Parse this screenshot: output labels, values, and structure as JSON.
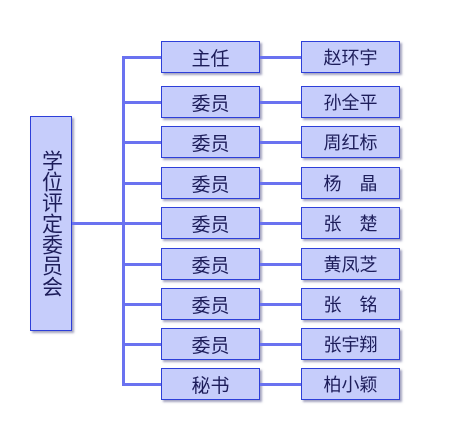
{
  "root": {
    "label": "学位评定委员会"
  },
  "members": [
    {
      "role": "主任",
      "name": "赵环宇"
    },
    {
      "role": "委员",
      "name": "孙全平"
    },
    {
      "role": "委员",
      "name": "周红标"
    },
    {
      "role": "委员",
      "name": "杨　晶"
    },
    {
      "role": "委员",
      "name": "张　楚"
    },
    {
      "role": "委员",
      "name": "黄凤芝"
    },
    {
      "role": "委员",
      "name": "张　铭"
    },
    {
      "role": "委员",
      "name": "张宇翔"
    },
    {
      "role": "秘书",
      "name": "柏小颖"
    }
  ],
  "colors": {
    "box_fill": "#c6cdfb",
    "box_border": "#2d3fd9",
    "connector": "#6a72f0",
    "text": "#1d1d5a"
  }
}
